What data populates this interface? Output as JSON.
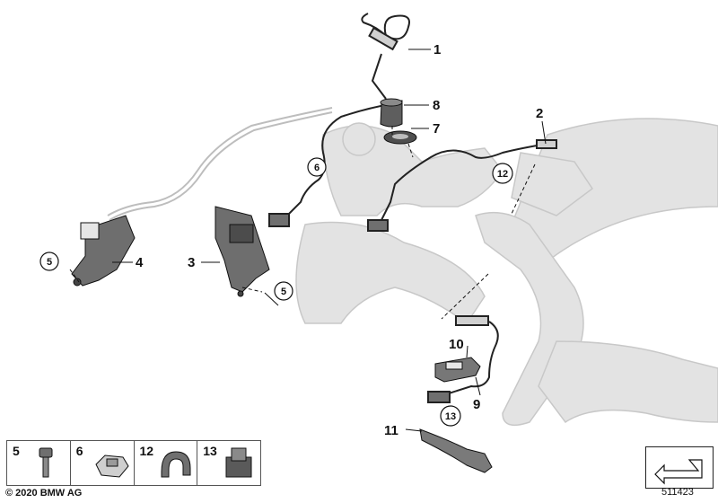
{
  "callouts": {
    "c1": "1",
    "c2": "2",
    "c3": "3",
    "c4": "4",
    "c7": "7",
    "c8": "8",
    "c9": "9",
    "c10": "10",
    "c11": "11"
  },
  "circled": {
    "c5a": "5",
    "c5b": "5",
    "c6": "6",
    "c12": "12",
    "c13": "13"
  },
  "legend": {
    "items": [
      {
        "num": "5",
        "icon": "bolt-icon"
      },
      {
        "num": "6",
        "icon": "clip-icon"
      },
      {
        "num": "12",
        "icon": "cable-holder-icon"
      },
      {
        "num": "13",
        "icon": "connector-clip-icon"
      }
    ]
  },
  "footer": {
    "copyright": "© 2020 BMW AG",
    "diagram_id": "511423"
  },
  "colors": {
    "part_gray": "#6f6f6f",
    "ghost_gray": "#d9d9d9",
    "outline": "#111111"
  }
}
